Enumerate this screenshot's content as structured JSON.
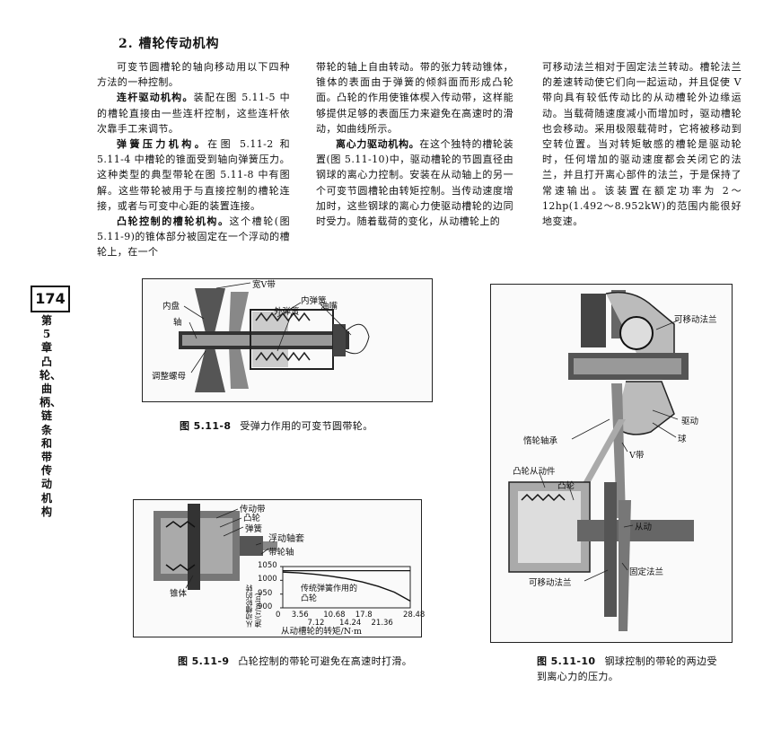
{
  "page": {
    "section_title": "2. 槽轮传动机构",
    "page_number": "174",
    "chapter_label": "第5章 凸轮、曲柄、链条和带传动机构"
  },
  "body": {
    "col1": [
      {
        "text": "可变节圆槽轮的轴向移动用以下四种方法的一种控制。",
        "bold_lead": ""
      },
      {
        "bold_lead": "连杆驱动机构。",
        "text": "装配在图 5.11-5 中的槽轮直接由一些连杆控制，这些连杆依次靠手工来调节。"
      },
      {
        "bold_lead": "弹簧压力机构。",
        "text": "在图 5.11-2 和 5.11-4 中槽轮的锥面受到轴向弹簧压力。这种类型的典型带轮在图 5.11-8 中有图解。这些带轮被用于与直接控制的槽轮连接，或者与可变中心距的装置连接。"
      },
      {
        "bold_lead": "凸轮控制的槽轮机构。",
        "text": "这个槽轮(图 5.11-9)的锥体部分被固定在一个浮动的槽轮上，在一个"
      }
    ],
    "col2": [
      {
        "bold_lead": "",
        "text": "带轮的轴上自由转动。带的张力转动锥体，锥体的表面由于弹簧的倾斜面而形成凸轮面。凸轮的作用使锥体楔入传动带，这样能够提供足够的表面压力来避免在高速时的滑动，如曲线所示。",
        "noindent": true
      },
      {
        "bold_lead": "离心力驱动机构。",
        "text": "在这个独特的槽轮装置(图 5.11-10)中，驱动槽轮的节圆直径由钢球的离心力控制。安装在从动轴上的另一个可变节圆槽轮由转矩控制。当传动速度增加时，这些钢球的离心力使驱动槽轮的边同时受力。随着载荷的变化，从动槽轮上的"
      }
    ],
    "col3": [
      {
        "bold_lead": "",
        "text": "可移动法兰相对于固定法兰转动。槽轮法兰的差速转动使它们向一起运动，并且促使 V 带向具有较低传动比的从动槽轮外边缘运动。当载荷随速度减小而增加时，驱动槽轮也会移动。采用极限载荷时，它将被移动到空转位置。当对转矩敏感的槽轮是驱动轮时，任何增加的驱动速度都会关闭它的法兰，并且打开离心部件的法兰，于是保持了常速输出。该装置在额定功率为 2～12hp(1.492～8.952kW)的范围内能很好地变速。",
        "noindent": true
      }
    ]
  },
  "figures": {
    "fig8": {
      "labels": {
        "v_belt": "宽V带",
        "inner_cone": "内盘",
        "inner_spring": "内弹簧",
        "outer_spring": "外弹簧",
        "oil_cup": "油嘴",
        "shaft": "轴",
        "adjust_nut": "调整螺母"
      },
      "caption_num": "图 5.11-8",
      "caption_text": "受弹力作用的可变节圆带轮。"
    },
    "fig9": {
      "labels": {
        "belt": "传动带",
        "cam": "凸轮",
        "spring": "弹簧",
        "sleeve": "浮动轴套",
        "hub": "带轮轴",
        "cone": "锥体",
        "curve": "传统弹簧作用的凸轮"
      },
      "caption_num": "图 5.11-9",
      "caption_text": "凸轮控制的带轮可避免在高速时打滑。"
    },
    "fig10": {
      "labels": {
        "movable_flange_top": "可移动法兰",
        "drive": "驱动",
        "ball": "球",
        "idler_bearing": "惰轮轴承",
        "v_belt": "V带",
        "cam_follower": "凸轮从动件",
        "cam": "凸轮",
        "driven": "从动",
        "fixed_flange": "固定法兰",
        "movable_flange_bottom": "可移动法兰"
      },
      "caption_num": "图 5.11-10",
      "caption_text": "钢球控制的带轮的两边受到离心力的压力。"
    }
  },
  "chart_data": {
    "type": "line",
    "xlabel": "从动槽轮的转矩/N·m",
    "ylabel": "从动槽轮的转速/(r/min)",
    "x_ticks_row1": [
      "0",
      "3.56",
      "10.68",
      "17.8",
      "28.48"
    ],
    "x_ticks_row2": [
      "7.12",
      "14.24",
      "21.36"
    ],
    "y_ticks": [
      "1050",
      "1000",
      "950",
      "900"
    ],
    "xlim": [
      0,
      28.48
    ],
    "ylim": [
      900,
      1050
    ],
    "series": [
      {
        "name": "凸轮",
        "x": [
          0,
          28.48
        ],
        "y": [
          1035,
          1035
        ]
      },
      {
        "name": "传统弹簧作用的凸轮",
        "x": [
          0,
          3.56,
          7.12,
          10.68,
          14.24,
          17.8,
          21.36,
          24.92,
          28.48
        ],
        "y": [
          1030,
          1027,
          1022,
          1015,
          1006,
          994,
          978,
          957,
          925
        ]
      }
    ]
  }
}
